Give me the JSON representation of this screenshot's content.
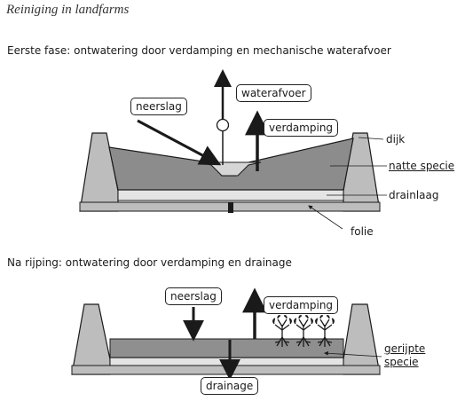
{
  "title": "Reiniging in landfarms",
  "phase1": {
    "heading": "Eerste fase: ontwatering door verdamping en mechanische waterafvoer",
    "labels": {
      "neerslag": "neerslag",
      "waterafvoer": "waterafvoer",
      "verdamping": "verdamping",
      "dijk": "dijk",
      "natte_specie": "natte specie",
      "drainlaag": "drainlaag",
      "folie": "folie"
    }
  },
  "phase2": {
    "heading": "Na rijping: ontwatering door verdamping en drainage",
    "labels": {
      "neerslag": "neerslag",
      "verdamping": "verdamping",
      "gerijpte_line1": "gerijpte",
      "gerijpte_line2": "specie",
      "drainage": "drainage"
    }
  },
  "colors": {
    "dike": "#bdbdbd",
    "wet_sludge": "#8c8c8c",
    "drain_layer": "#e4e4e4",
    "water_pool": "#d6d6d6",
    "ripened_sludge": "#8f8f8f",
    "outline": "#1a1a1a"
  }
}
